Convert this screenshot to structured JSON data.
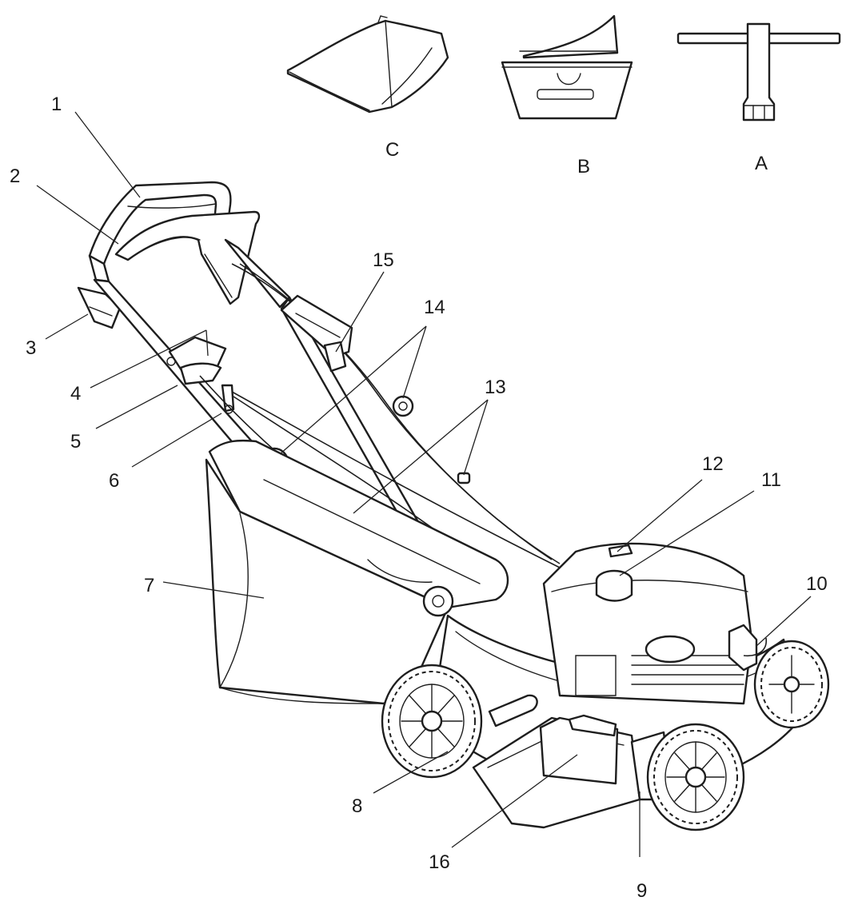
{
  "accessories": {
    "a": "A",
    "b": "B",
    "c": "C"
  },
  "callouts": {
    "n1": "1",
    "n2": "2",
    "n3": "3",
    "n4": "4",
    "n5": "5",
    "n6": "6",
    "n7": "7",
    "n8": "8",
    "n9": "9",
    "n10": "10",
    "n11": "11",
    "n12": "12",
    "n13": "13",
    "n14": "14",
    "n15": "15",
    "n16": "16"
  }
}
